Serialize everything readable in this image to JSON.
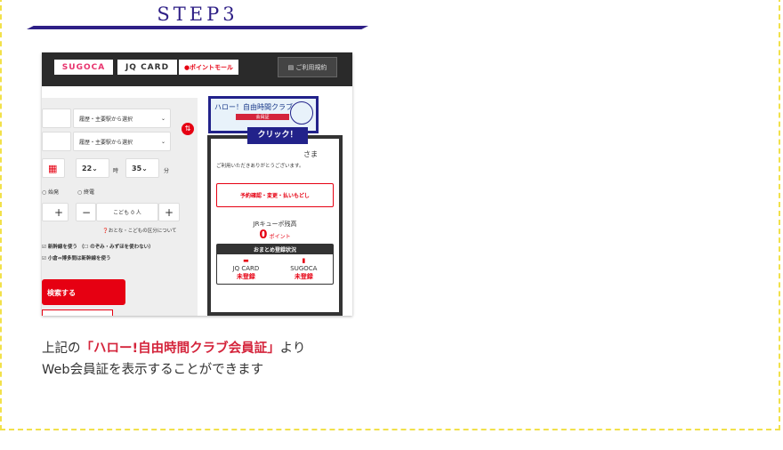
{
  "step": {
    "title": "STEP3"
  },
  "screenshot": {
    "topbar": {
      "sugoca": "SUGOCA",
      "jqcard": "JQ CARD",
      "point_mall": "ポイントモール",
      "terms": "ご利用規約"
    },
    "form": {
      "select1": "履歴・主要駅から選択",
      "select2": "履歴・主要駅から選択",
      "hour": "22",
      "hour_unit": "時",
      "minute": "35",
      "minute_unit": "分",
      "first_train": "始発",
      "last_train": "終電",
      "children": "こども 0 人",
      "minus": "−",
      "plus": "+",
      "age_info": "おとな・こどもの区分について",
      "shinkansen": "新幹線を使う",
      "nozomi": "のぞみ・みずほを使わない",
      "kokura": "小倉⇔博多間は新幹線を使う",
      "search": "検索する"
    },
    "banner": {
      "title": "ハロー！自由時間クラブ",
      "card": "会員証",
      "click": "クリック！"
    },
    "member": {
      "sama": "さま",
      "thanks": "ご利用いただきありがとうございます。",
      "reservation": "予約確認・変更・払いもどし",
      "balance_label": "JRキューポ残高",
      "balance": "0",
      "points": "ポイント",
      "status_title": "おまとめ登録状況",
      "jq": "JQ CARD",
      "jq_status": "未登録",
      "sugoca": "SUGOCA",
      "sugoca_status": "未登録"
    }
  },
  "description": {
    "pre": "上記の",
    "highlight": "「ハロー!自由時間クラブ会員証」",
    "post": "より",
    "line2": "Web会員証を表示することができます"
  },
  "colors": {
    "accent": "#2e1f86",
    "red": "#e60012",
    "border": "#f2e14a"
  }
}
